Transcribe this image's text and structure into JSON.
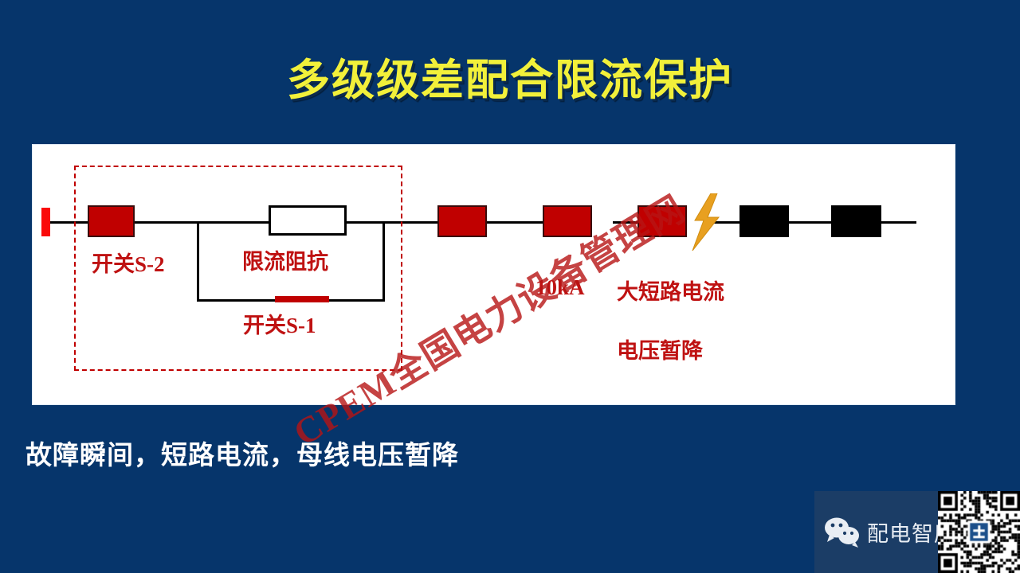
{
  "slide": {
    "background_color": "#06356b",
    "title": "多级级差配合限流保护",
    "title_color": "#f2f03a",
    "caption": "故障瞬间，短路电流，母线电压暂降",
    "caption_color": "#ffffff"
  },
  "watermark": {
    "text": "CPEM全国电力设备管理网",
    "color": "#b71414"
  },
  "diagram": {
    "panel_color": "#ffffff",
    "accent_red": "#c00000",
    "label_red": "#bf1212",
    "bolt_color": "#e8a020",
    "labels": {
      "switch_s2": "开关S-2",
      "impedance": "限流阻抗",
      "switch_s1": "开关S-1",
      "current": "10kA",
      "fault_note": "大短路电流",
      "voltage_note": "电压暂降"
    }
  },
  "footer": {
    "brand_name": "配电智库",
    "brand_bg": "#1b3d66",
    "wechat_icon": "wechat-icon",
    "qr_label": "qr-code"
  }
}
